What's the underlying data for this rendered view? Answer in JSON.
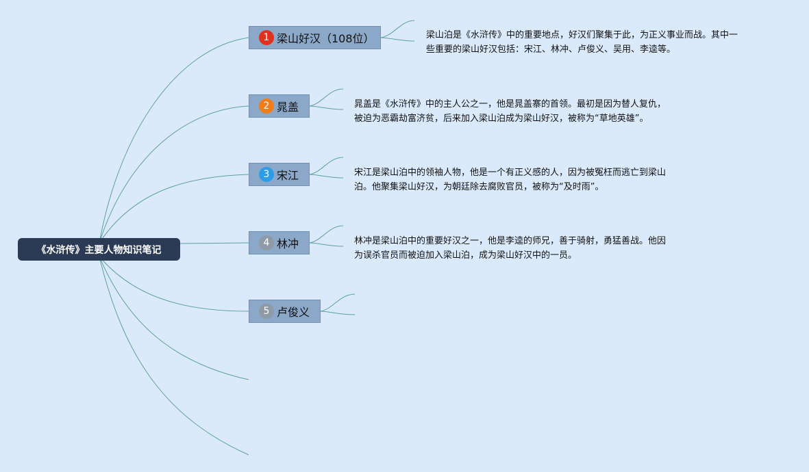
{
  "root": {
    "label": "《水浒传》主要人物知识笔记"
  },
  "topics": [
    {
      "marker": "1",
      "marker_color": "#e0301e",
      "label": "梁山好汉（108位）",
      "desc_lines": [
        "梁山泊是《水浒传》中的重要地点，好汉们聚集于此，为正义事业而战。其中一",
        "些重要的梁山好汉包括：宋江、林冲、卢俊义、吴用、李逵等。"
      ]
    },
    {
      "marker": "2",
      "marker_color": "#f07c1a",
      "label": "晁盖",
      "desc_lines": [
        "晁盖是《水浒传》中的主人公之一，他是晁盖寨的首领。最初是因为替人复仇，",
        "被迫为恶霸劫富济贫，后来加入梁山泊成为梁山好汉，被称为“草地英雄”。"
      ]
    },
    {
      "marker": "3",
      "marker_color": "#2e9be6",
      "label": "宋江",
      "desc_lines": [
        "宋江是梁山泊中的领袖人物，他是一个有正义感的人，因为被冤枉而逃亡到梁山",
        "泊。他聚集梁山好汉，为朝廷除去腐败官员，被称为“及时雨”。"
      ]
    },
    {
      "marker": "4",
      "marker_color": "#8e9aa6",
      "label": "林冲",
      "desc_lines": [
        "林冲是梁山泊中的重要好汉之一，他是李逵的师兄，善于骑射，勇猛善战。他因",
        "为误杀官员而被迫加入梁山泊，成为梁山好汉中的一员。"
      ]
    },
    {
      "marker": "5",
      "marker_color": "#8e9aa6",
      "label": "卢俊义",
      "desc_lines": []
    }
  ]
}
